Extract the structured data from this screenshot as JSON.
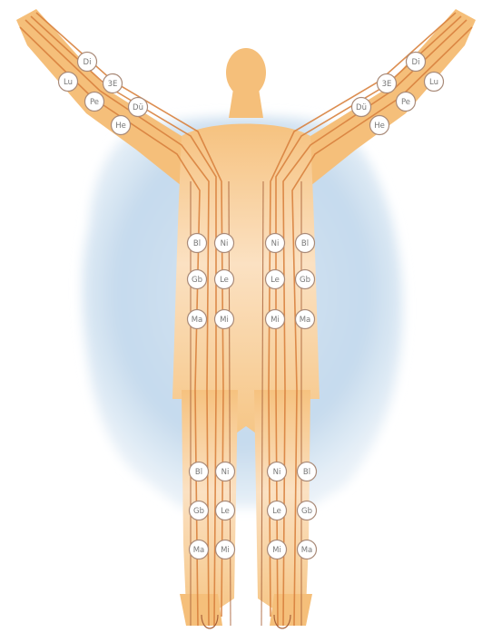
{
  "colors": {
    "background": "#ffffff",
    "aura": "#c9dcee",
    "body": "#f5bf7a",
    "body_light": "#fbe3c4",
    "meridian": "#d9823f",
    "meridian_dark": "#a9623a",
    "point_fill": "#ffffff",
    "point_stroke": "#a98a78",
    "point_text": "#777777"
  },
  "points": {
    "left_arm": [
      "Di",
      "Lu",
      "3E",
      "Pe",
      "Dü",
      "He"
    ],
    "right_arm": [
      "Di",
      "Lu",
      "3E",
      "Pe",
      "Dü",
      "He"
    ],
    "left_thigh_outer": [
      "Bl",
      "Gb",
      "Ma"
    ],
    "left_thigh_inner": [
      "Ni",
      "Le",
      "Mi"
    ],
    "right_thigh_inner": [
      "Ni",
      "Le",
      "Mi"
    ],
    "right_thigh_outer": [
      "Bl",
      "Gb",
      "Ma"
    ],
    "left_shin_outer": [
      "Bl",
      "Gb",
      "Ma"
    ],
    "left_shin_inner": [
      "Ni",
      "Le",
      "Mi"
    ],
    "right_shin_inner": [
      "Ni",
      "Le",
      "Mi"
    ],
    "right_shin_outer": [
      "Bl",
      "Gb",
      "Ma"
    ]
  }
}
